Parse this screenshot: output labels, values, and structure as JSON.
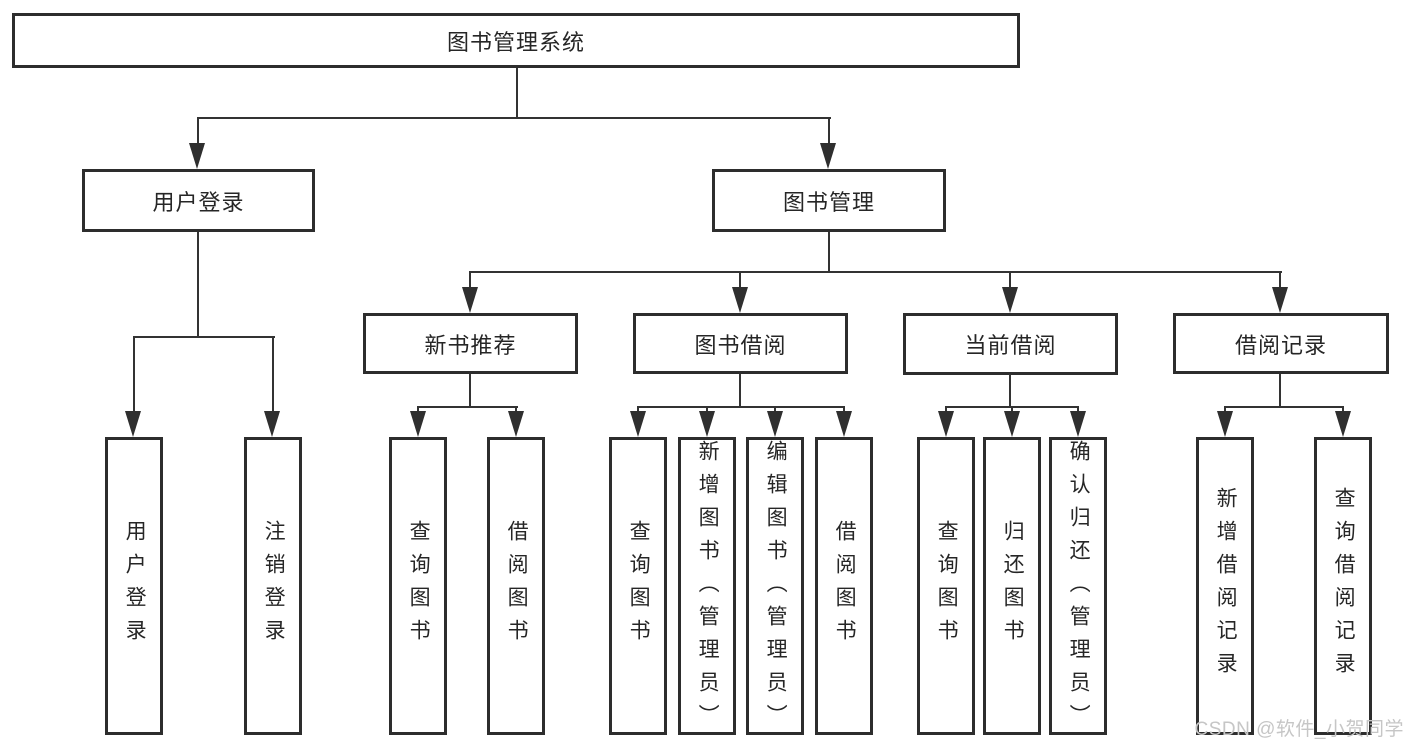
{
  "root": {
    "label": "图书管理系统"
  },
  "level2": {
    "user_login": {
      "label": "用户登录",
      "children": [
        "用户登录",
        "注销登录"
      ]
    },
    "book_management": {
      "label": "图书管理"
    }
  },
  "modules": [
    {
      "label": "新书推荐",
      "children": [
        "查询图书",
        "借阅图书"
      ]
    },
    {
      "label": "图书借阅",
      "children": [
        "查询图书",
        "新增图书（管理员）",
        "编辑图书（管理员）",
        "借阅图书"
      ]
    },
    {
      "label": "当前借阅",
      "children": [
        "查询图书",
        "归还图书",
        "确认归还（管理员）"
      ]
    },
    {
      "label": "借阅记录",
      "children": [
        "新增借阅记录",
        "查询借阅记录"
      ]
    }
  ],
  "watermark": "CSDN @软件_小贺同学",
  "colors": {
    "line": "#333333",
    "border": "#2d2d2d",
    "text": "#262626",
    "watermark": "#c6c6c6",
    "background": "#ffffff"
  }
}
